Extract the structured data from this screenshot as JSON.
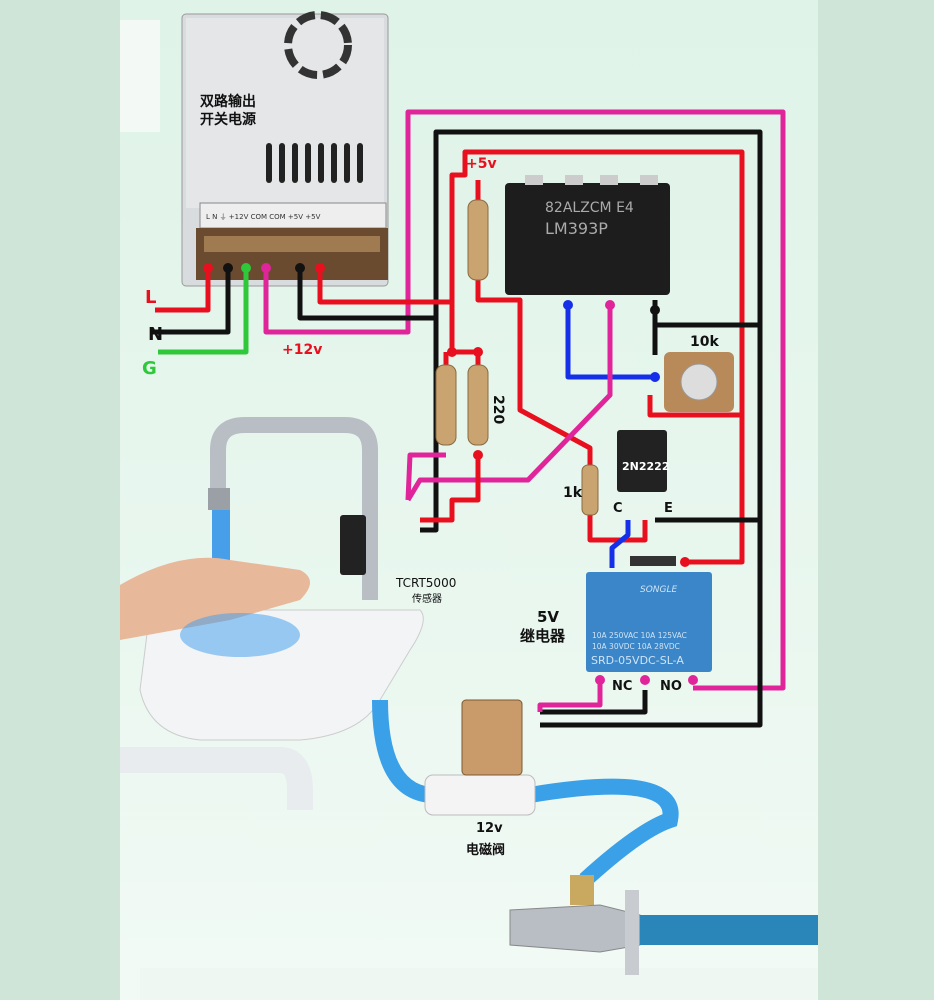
{
  "power_supply": {
    "label_line1": "双路输出",
    "label_line2": "开关电源",
    "terminals": "L  N   ⏚  +12V COM COM +5V +5V"
  },
  "mains": {
    "L": "L",
    "N": "N",
    "G": "G"
  },
  "rails": {
    "v12": "+12v",
    "v5": "+5v"
  },
  "chip": {
    "code": "82ALZCM E4",
    "name": "LM393P"
  },
  "pot": {
    "value": "10k"
  },
  "resistors": {
    "r220": "220",
    "r1k": "1k"
  },
  "transistor": {
    "name": "2N2222",
    "c": "C",
    "e": "E"
  },
  "sensor": {
    "name": "TCRT5000",
    "label": "传感器"
  },
  "relay": {
    "voltage": "5V",
    "label": "继电器",
    "brand": "SONGLE",
    "rating1": "10A 250VAC  10A 125VAC",
    "rating2": "10A  30VDC  10A  28VDC",
    "model": "SRD-05VDC-SL-A",
    "nc": "NC",
    "no": "NO"
  },
  "valve": {
    "voltage": "12v",
    "label": "电磁阀"
  },
  "colors": {
    "red": "#e8101e",
    "black": "#111111",
    "magenta": "#e0249a",
    "green": "#2ec83a",
    "blue": "#1530e8"
  }
}
